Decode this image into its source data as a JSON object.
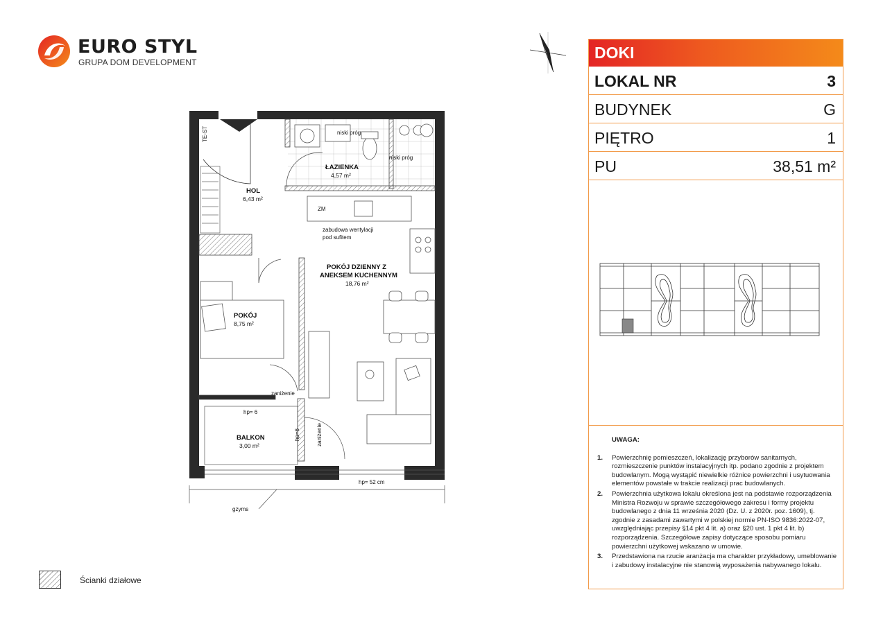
{
  "brand": {
    "name": "EURO STYL",
    "subtitle": "GRUPA DOM DEVELOPMENT",
    "colors": {
      "red": "#e42525",
      "orange": "#f48a1a",
      "dark": "#1e1e1e"
    }
  },
  "panel": {
    "investment": "DOKI",
    "rows": [
      {
        "label": "LOKAL NR",
        "value": "3"
      },
      {
        "label": "BUDYNEK",
        "value": "G"
      },
      {
        "label": "PIĘTRO",
        "value": "1"
      },
      {
        "label": "PU",
        "value": "38,51 m²"
      }
    ]
  },
  "plan": {
    "rooms": [
      {
        "name": "ŁAZIENKA",
        "area": "4,57 m²"
      },
      {
        "name": "HOL",
        "area": "6,43 m²"
      },
      {
        "name": "POKÓJ DZIENNY Z",
        "name2": "ANEKSEM KUCHENNYM",
        "area": "18,76 m²"
      },
      {
        "name": "POKÓJ",
        "area": "8,75 m²"
      },
      {
        "name": "BALKON",
        "area": "3,00 m²"
      }
    ],
    "labels": {
      "niski_prog_1": "niski próg",
      "niski_prog_2": "niski próg",
      "zabudowa_1": "zabudowa wentylacji",
      "zabudowa_2": "pod sufitem",
      "zanizenie_1": "zaniżenie",
      "zanizenie_2": "zaniżenie",
      "hp_6_a": "hp= 6",
      "hp_6_b": "hp=6",
      "hp_52": "hp= 52 cm",
      "gzyms": "gzyms",
      "te_st": "TE-ST",
      "zm": "ZM"
    }
  },
  "legend": {
    "text": "Ścianki działowe"
  },
  "notes": {
    "title": "UWAGA:",
    "items": [
      {
        "num": "1.",
        "text": "Powierzchnię pomieszczeń, lokalizację przyborów sanitarnych, rozmieszczenie punktów instalacyjnych itp. podano zgodnie z projektem budowlanym. Mogą wystąpić niewielkie różnice powierzchni i usytuowania elementów powstałe w trakcie realizacji prac budowlanych."
      },
      {
        "num": "2.",
        "text": "Powierzchnia użytkowa lokalu określona jest na podstawie rozporządzenia Ministra Rozwoju w sprawie szczegółowego zakresu i formy projektu budowlanego z dnia 11 września 2020 (Dz. U. z 2020r. poz. 1609), tj. zgodnie z zasadami zawartymi w polskiej normie PN-ISO 9836:2022-07, uwzględniając przepisy §14 pkt 4 lit. a) oraz §20 ust. 1 pkt 4 lit. b) rozporządzenia. Szczegółowe zapisy dotyczące sposobu pomiaru powierzchni użytkowej wskazano w umowie."
      },
      {
        "num": "3.",
        "text": "Przedstawiona na rzucie aranżacja ma charakter przykładowy, umeblowanie i zabudowy instalacyjne nie stanowią wyposażenia nabywanego lokalu."
      }
    ]
  },
  "icons": [
    "logo-mark-icon",
    "north-arrow-icon",
    "hatch-legend-icon"
  ]
}
